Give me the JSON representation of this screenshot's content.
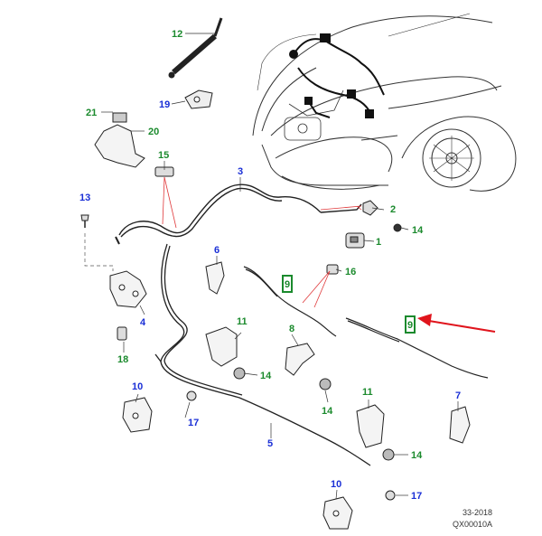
{
  "diagram": {
    "callouts": [
      {
        "id": "c12",
        "text": "12",
        "color": "green"
      },
      {
        "id": "c19",
        "text": "19",
        "color": "blue"
      },
      {
        "id": "c21",
        "text": "21",
        "color": "green"
      },
      {
        "id": "c20",
        "text": "20",
        "color": "green"
      },
      {
        "id": "c15",
        "text": "15",
        "color": "green"
      },
      {
        "id": "c3",
        "text": "3",
        "color": "blue"
      },
      {
        "id": "c13",
        "text": "13",
        "color": "blue"
      },
      {
        "id": "c2",
        "text": "2",
        "color": "green"
      },
      {
        "id": "c14a",
        "text": "14",
        "color": "green"
      },
      {
        "id": "c1",
        "text": "1",
        "color": "green"
      },
      {
        "id": "c6",
        "text": "6",
        "color": "blue"
      },
      {
        "id": "c16",
        "text": "16",
        "color": "green"
      },
      {
        "id": "c9a",
        "text": "9",
        "color": "green"
      },
      {
        "id": "c9b",
        "text": "9",
        "color": "green"
      },
      {
        "id": "c4",
        "text": "4",
        "color": "blue"
      },
      {
        "id": "c8",
        "text": "8",
        "color": "green"
      },
      {
        "id": "c11a",
        "text": "11",
        "color": "green"
      },
      {
        "id": "c18",
        "text": "18",
        "color": "green"
      },
      {
        "id": "c14b",
        "text": "14",
        "color": "green"
      },
      {
        "id": "c14c",
        "text": "14",
        "color": "green"
      },
      {
        "id": "c10a",
        "text": "10",
        "color": "blue"
      },
      {
        "id": "c17a",
        "text": "17",
        "color": "blue"
      },
      {
        "id": "c5",
        "text": "5",
        "color": "blue"
      },
      {
        "id": "c11b",
        "text": "11",
        "color": "green"
      },
      {
        "id": "c7",
        "text": "7",
        "color": "blue"
      },
      {
        "id": "c14d",
        "text": "14",
        "color": "green"
      },
      {
        "id": "c10b",
        "text": "10",
        "color": "blue"
      },
      {
        "id": "c17b",
        "text": "17",
        "color": "blue"
      }
    ],
    "footer_line1": "33-2018",
    "footer_line2": "QX00010A",
    "colors": {
      "green": "#1b8a2d",
      "blue": "#1a2fd6",
      "leader": "#e0383a",
      "arrow": "#e0141c",
      "part": "#222222"
    }
  }
}
